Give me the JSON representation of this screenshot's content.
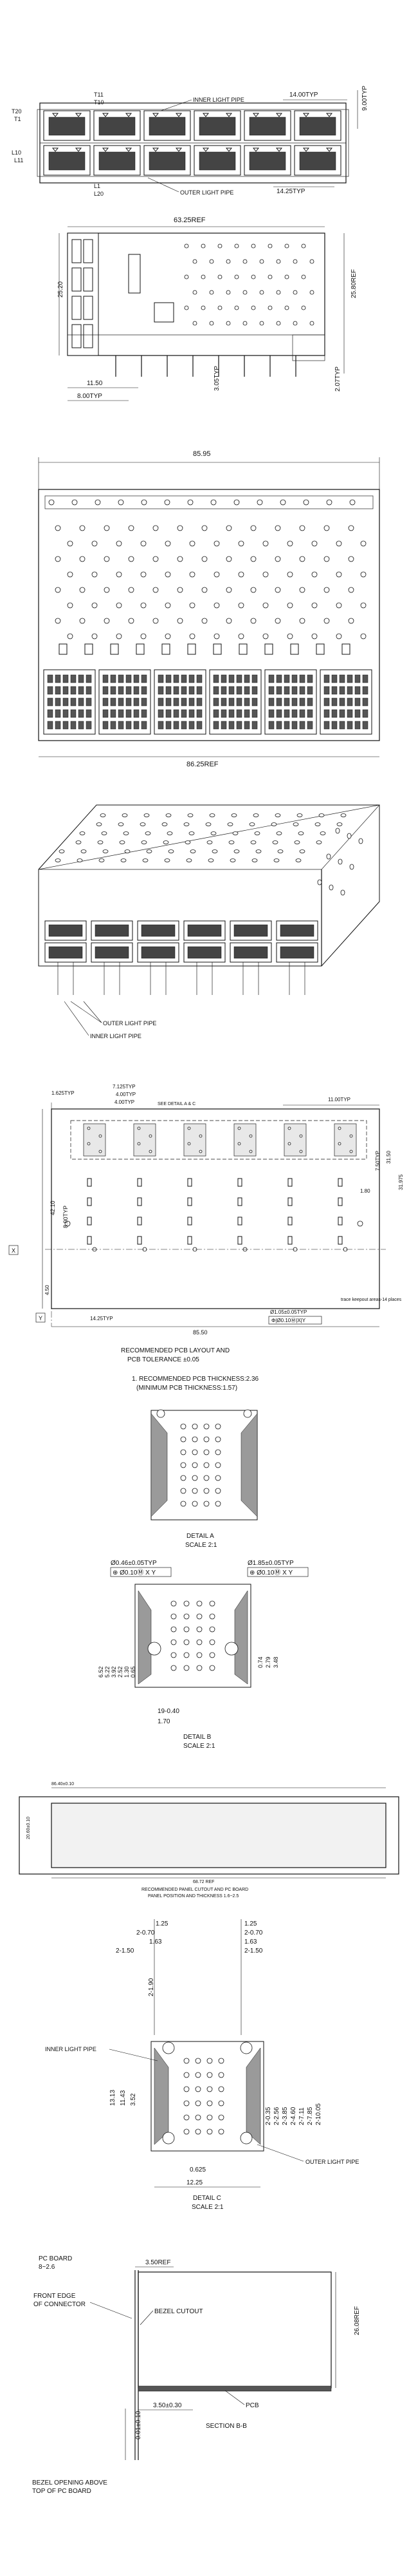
{
  "view1": {
    "inner_light_pipe": "INNER LIGHT PIPE",
    "outer_light_pipe": "OUTER LIGHT PIPE",
    "dim_14typ": "14.00TYP",
    "dim_9typ": "9.00TYP",
    "dim_1425typ": "14.25TYP",
    "t20": "T20",
    "t1": "T1",
    "t11": "T11",
    "t10": "T10",
    "l10": "L10",
    "l11": "L11",
    "l1": "L1",
    "l20": "L20"
  },
  "view2": {
    "dim_6325": "63.25REF",
    "dim_2520": "25.20",
    "dim_2580": "25.80REF",
    "dim_1150": "11.50",
    "dim_800": "8.00TYP",
    "dim_305": "3.05TYP",
    "dim_207": "2.07TYP"
  },
  "view3": {
    "dim_8595": "85.95",
    "dim_8625": "86.25REF"
  },
  "view4": {
    "outer_light_pipe": "OUTER LIGHT PIPE",
    "inner_light_pipe": "INNER LIGHT PIPE"
  },
  "layout": {
    "dim_1625": "1.625TYP",
    "dim_7125": "7.125TYP",
    "dim_400": "4.00TYP",
    "dim_1100": "11.00TYP",
    "detail_note": "SEE DETAIL A & C",
    "dim_4210": "42.10",
    "dim_800typ": "8.00TYP",
    "dim_3150": "31.50",
    "dim_750": "7.50TYP",
    "dim_3975": "31.975",
    "dim_180": "1.80",
    "dim_450": "4.50",
    "dim_1425": "14.25TYP",
    "dim_8550": "85.50",
    "hole_note": "Ø1.05±0.05TYP",
    "hole_tol": "Φ|Ø0.10Ⓜ|X|Y",
    "keepout": "trace keepout areas-14 places",
    "x_label": "X",
    "y_label": "Y",
    "title": "RECOMMENDED PCB LAYOUT AND",
    "tolerance": "PCB TOLERANCE ±0.05",
    "note1": "1. RECOMMENDED PCB THICKNESS:2.36",
    "note2": "(MINIMUM PCB THICKNESS:1.57)"
  },
  "detail_a": {
    "title": "DETAIL A",
    "scale": "SCALE 2:1"
  },
  "detail_b": {
    "hole1": "Ø0.46±0.05TYP",
    "hole1_tol": "⊕ Ø0.10Ⓜ X Y",
    "hole2": "Ø1.85±0.05TYP",
    "hole2_tol": "⊕ Ø0.10Ⓜ X Y",
    "dims_left": [
      "6.52",
      "5.22",
      "3.92",
      "2.52",
      "1.30",
      "0.65"
    ],
    "dims_right": [
      "0.74",
      "2.79",
      "3.48"
    ],
    "dim_19": "19-0.40",
    "dim_170": "1.70",
    "title": "DETAIL B",
    "scale": "SCALE 2:1"
  },
  "cutout": {
    "top": "86.40±0.10",
    "left": "20.60±0.10",
    "bottom": "68.72 REF",
    "note1": "RECOMMENDED PANEL CUTOUT AND PC BOARD",
    "note2": "PANEL POSITION AND THICKNESS 1.6~2.5"
  },
  "detail_c": {
    "left_dims": [
      "1.25",
      "1.63",
      "2-1.50",
      "2-1.90"
    ],
    "right_dims": [
      "1.25",
      "2-0.70",
      "1.63",
      "2-1.50"
    ],
    "top_left": "2-0.70",
    "inner_light_pipe": "INNER LIGHT PIPE",
    "outer_light_pipe": "OUTER LIGHT PIPE",
    "v_dims_left": [
      "3.52",
      "11.43",
      "13.13"
    ],
    "v_dims_right": [
      "2-0.35",
      "2-2.56",
      "2-3.85",
      "2-4.60",
      "2-7.11",
      "2-7.85",
      "2-10.05"
    ],
    "dim_0625": "0.625",
    "dim_1225": "12.25",
    "title": "DETAIL C",
    "scale": "SCALE 2:1"
  },
  "section": {
    "pc_board": "PC BOARD",
    "pc_thk": "8~2.6",
    "front_edge1": "FRONT EDGE",
    "front_edge2": "OF CONNECTOR",
    "bezel_cutout": "BEZEL CUTOUT",
    "dim_350ref": "3.50REF",
    "dim_2608": "26.08REF",
    "pcb": "PCB",
    "dim_350tol": "3.50±0.30",
    "title": "SECTION B-B",
    "vert_dim": "0.01±0.10",
    "bezel1": "BEZEL OPENING ABOVE",
    "bezel2": "TOP OF PC BOARD"
  }
}
